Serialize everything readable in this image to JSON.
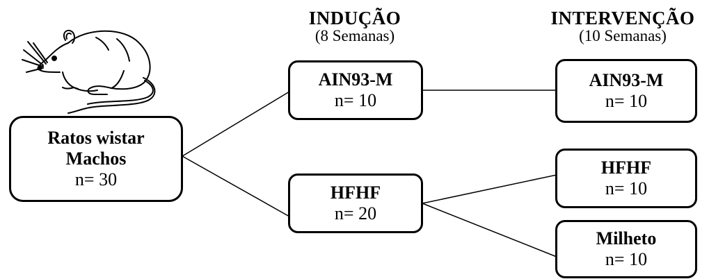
{
  "phases": {
    "inducao": {
      "title": "INDUÇÃO",
      "subtitle": "(8 Semanas)"
    },
    "intervencao": {
      "title": "INTERVENÇÃO",
      "subtitle": "(10 Semanas)"
    }
  },
  "nodes": {
    "start": {
      "line1": "Ratos wistar",
      "line2": "Machos",
      "count": "n= 30"
    },
    "ind_ain": {
      "name": "AIN93-M",
      "count": "n= 10"
    },
    "ind_hfhf": {
      "name": "HFHF",
      "count": "n= 20"
    },
    "int_ain": {
      "name": "AIN93-M",
      "count": "n= 10"
    },
    "int_hfhf": {
      "name": "HFHF",
      "count": "n= 10"
    },
    "int_milheto": {
      "name": "Milheto",
      "count": "n= 10"
    }
  },
  "icons": {
    "rat": "rat-illustration"
  },
  "colors": {
    "stroke": "#000000",
    "background": "#ffffff"
  }
}
